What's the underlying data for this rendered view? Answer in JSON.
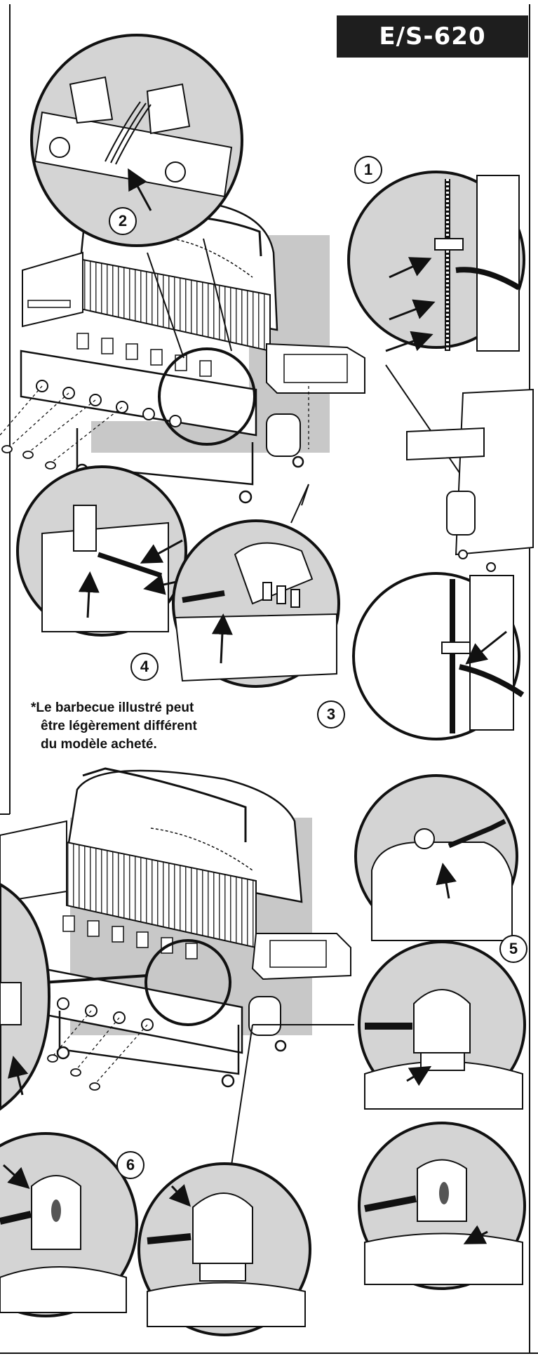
{
  "model": "E/S-620",
  "caption": {
    "line1": "*Le barbecue illustré peut",
    "line2": "être légèrement différent",
    "line3": "du modèle acheté."
  },
  "steps": {
    "s1": "1",
    "s2": "2",
    "s3": "3",
    "s4": "4",
    "s5": "5",
    "s6": "6"
  },
  "colors": {
    "banner": "#1e1e1e",
    "shading": "#c8c8c8",
    "detail_bg": "#d4d4d4",
    "line": "#111111"
  }
}
